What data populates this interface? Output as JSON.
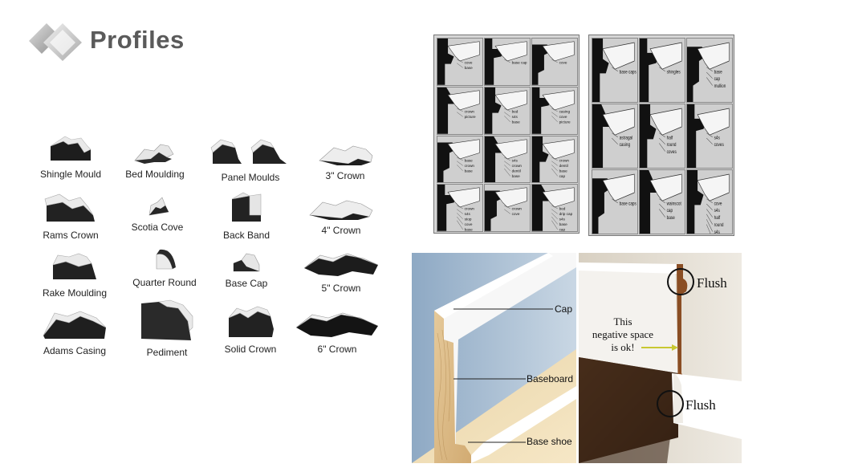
{
  "header": {
    "title": "Profiles",
    "logo_icon": "diamond-logo-icon"
  },
  "profiles": [
    {
      "label": "Shingle Mould"
    },
    {
      "label": "Bed Moulding"
    },
    {
      "label": "Panel Moulds"
    },
    {
      "label": "3\" Crown"
    },
    {
      "label": "Rams Crown"
    },
    {
      "label": "Scotia Cove"
    },
    {
      "label": "Back Band"
    },
    {
      "label": "4\" Crown"
    },
    {
      "label": "Rake Moulding"
    },
    {
      "label": "Quarter Round"
    },
    {
      "label": "Base Cap"
    },
    {
      "label": "5\" Crown"
    },
    {
      "label": "Adams Casing"
    },
    {
      "label": "Pediment"
    },
    {
      "label": "Solid Crown"
    },
    {
      "label": "6\" Crown"
    }
  ],
  "drawings_left": {
    "tiles": [
      [
        "cove",
        "base"
      ],
      [
        "base cap"
      ],
      [
        "cove"
      ],
      [
        "crown",
        "picture"
      ],
      [
        "bed",
        "s4s",
        "base"
      ],
      [
        "casing",
        "cove",
        "picture"
      ],
      [
        "base",
        "crown",
        "base"
      ],
      [
        "s4s",
        "crown",
        "dentil",
        "base"
      ],
      [
        "crown",
        "dentil",
        "base",
        "cap"
      ],
      [
        "crown",
        "s4s",
        "stop",
        "cove",
        "base"
      ],
      [
        "crown",
        "cove"
      ],
      [
        "bed",
        "drip cap",
        "s4s",
        "base",
        "cap"
      ]
    ]
  },
  "drawings_right": {
    "tiles": [
      [
        "base caps"
      ],
      [
        "shingles"
      ],
      [
        "base",
        "cap",
        "mullion"
      ],
      [
        "astragal",
        "casing"
      ],
      [
        "half",
        "round",
        "coves"
      ],
      [
        "s4s",
        "coves"
      ],
      [
        "base caps"
      ],
      [
        "wainscot",
        "cap",
        "base"
      ],
      [
        "cove",
        "s4s",
        "half",
        "round",
        "s4s",
        "cove"
      ]
    ]
  },
  "photo_left": {
    "callouts": [
      "Cap",
      "Baseboard",
      "Base shoe"
    ]
  },
  "photo_right": {
    "top_label": "Flush",
    "middle_label": [
      "This",
      "negative space",
      "is ok!"
    ],
    "bottom_label": "Flush"
  }
}
